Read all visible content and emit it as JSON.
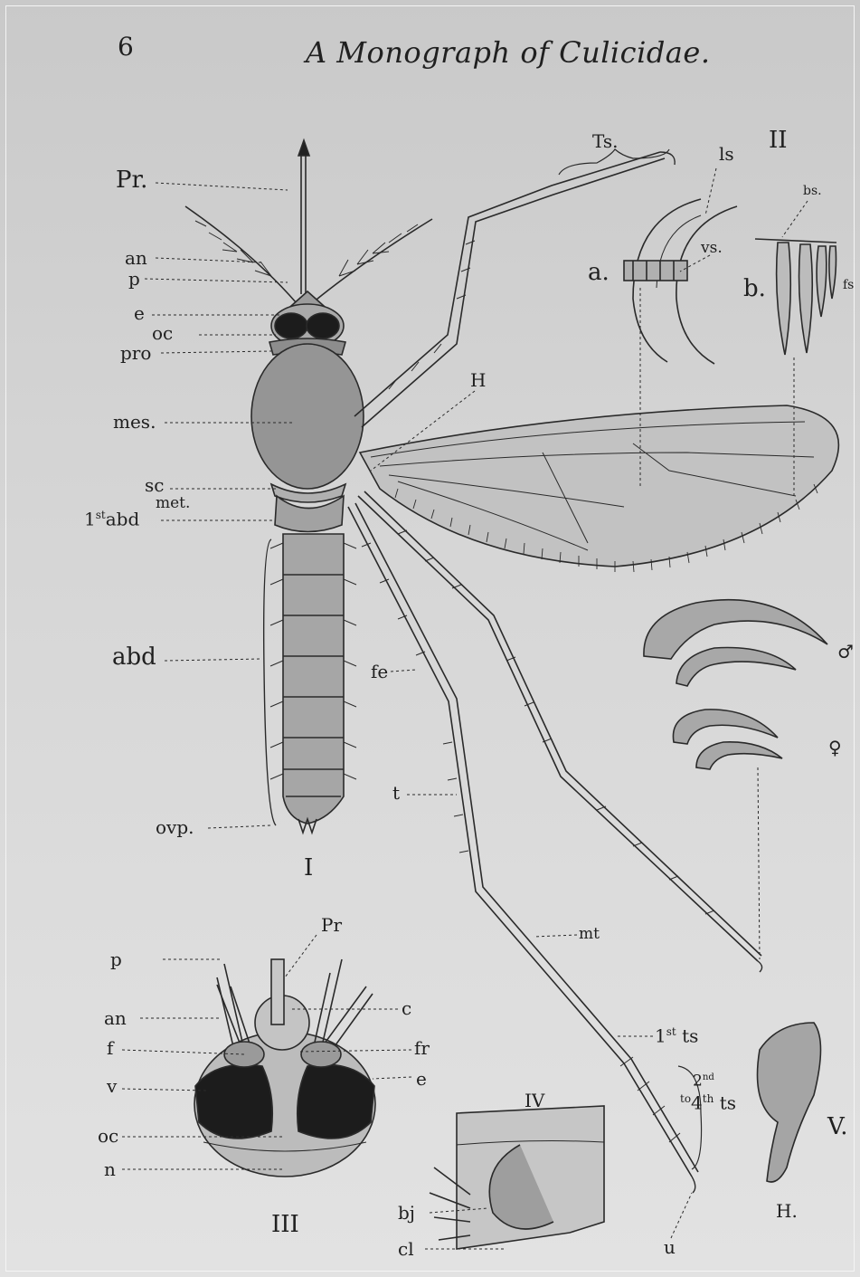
{
  "header": {
    "page_number": "6",
    "running_title": "A Monograph of Culicidae."
  },
  "figure_I": {
    "numeral": "I",
    "labels": {
      "proboscis": "Pr.",
      "antenna": "an",
      "palp": "p",
      "eye": "e",
      "ocellus": "oc",
      "prothorax": "pro",
      "mesothorax": "mes.",
      "scutellum": "sc",
      "metathorax": "met.",
      "first_abdominal_prefix": "1",
      "first_abdominal_sup": "st",
      "first_abdominal_suffix": "abd",
      "abdomen": "abd",
      "ovipositor": "ovp.",
      "halter": "H",
      "tarsus_group": "Ts.",
      "femur": "fe",
      "tibia": "t",
      "metatarsus": "mt",
      "first_tarsal_prefix": "1",
      "first_tarsal_sup": "st",
      "first_tarsal_suffix": "ts",
      "second_to_fourth_line1_prefix": "2",
      "second_to_fourth_line1_sup": "nd",
      "second_to_fourth_line2_prefix": "to",
      "second_to_fourth_line2_mid": "4",
      "second_to_fourth_line2_sup": "th",
      "second_to_fourth_line2_suffix": "ts",
      "ungues": "u"
    }
  },
  "figure_II": {
    "numeral": "II",
    "labels": {
      "a": "a.",
      "lateral_scale": "ls",
      "median_scale": "vs.",
      "b": "b.",
      "base_scale": "bs.",
      "fringe_scale": "fs"
    }
  },
  "claws": {
    "male_symbol": "♂",
    "female_symbol": "♀"
  },
  "figure_III": {
    "numeral": "III",
    "labels": {
      "proboscis": "Pr",
      "palp": "p",
      "clypeus": "c",
      "antenna": "an",
      "frons": "fr",
      "f": "f",
      "eye": "e",
      "vertex": "v",
      "occiput": "oc",
      "nape": "n"
    }
  },
  "figure_IV": {
    "numeral": "IV",
    "labels": {
      "bj": "bj",
      "cl": "cl"
    }
  },
  "figure_V": {
    "numeral": "V.",
    "labels": {
      "halter": "H."
    }
  },
  "colors": {
    "ink": "#202020",
    "paper": "#d6d6d6",
    "body_shade": "#9a9a9a",
    "eye_dark": "#1a1a1a"
  }
}
